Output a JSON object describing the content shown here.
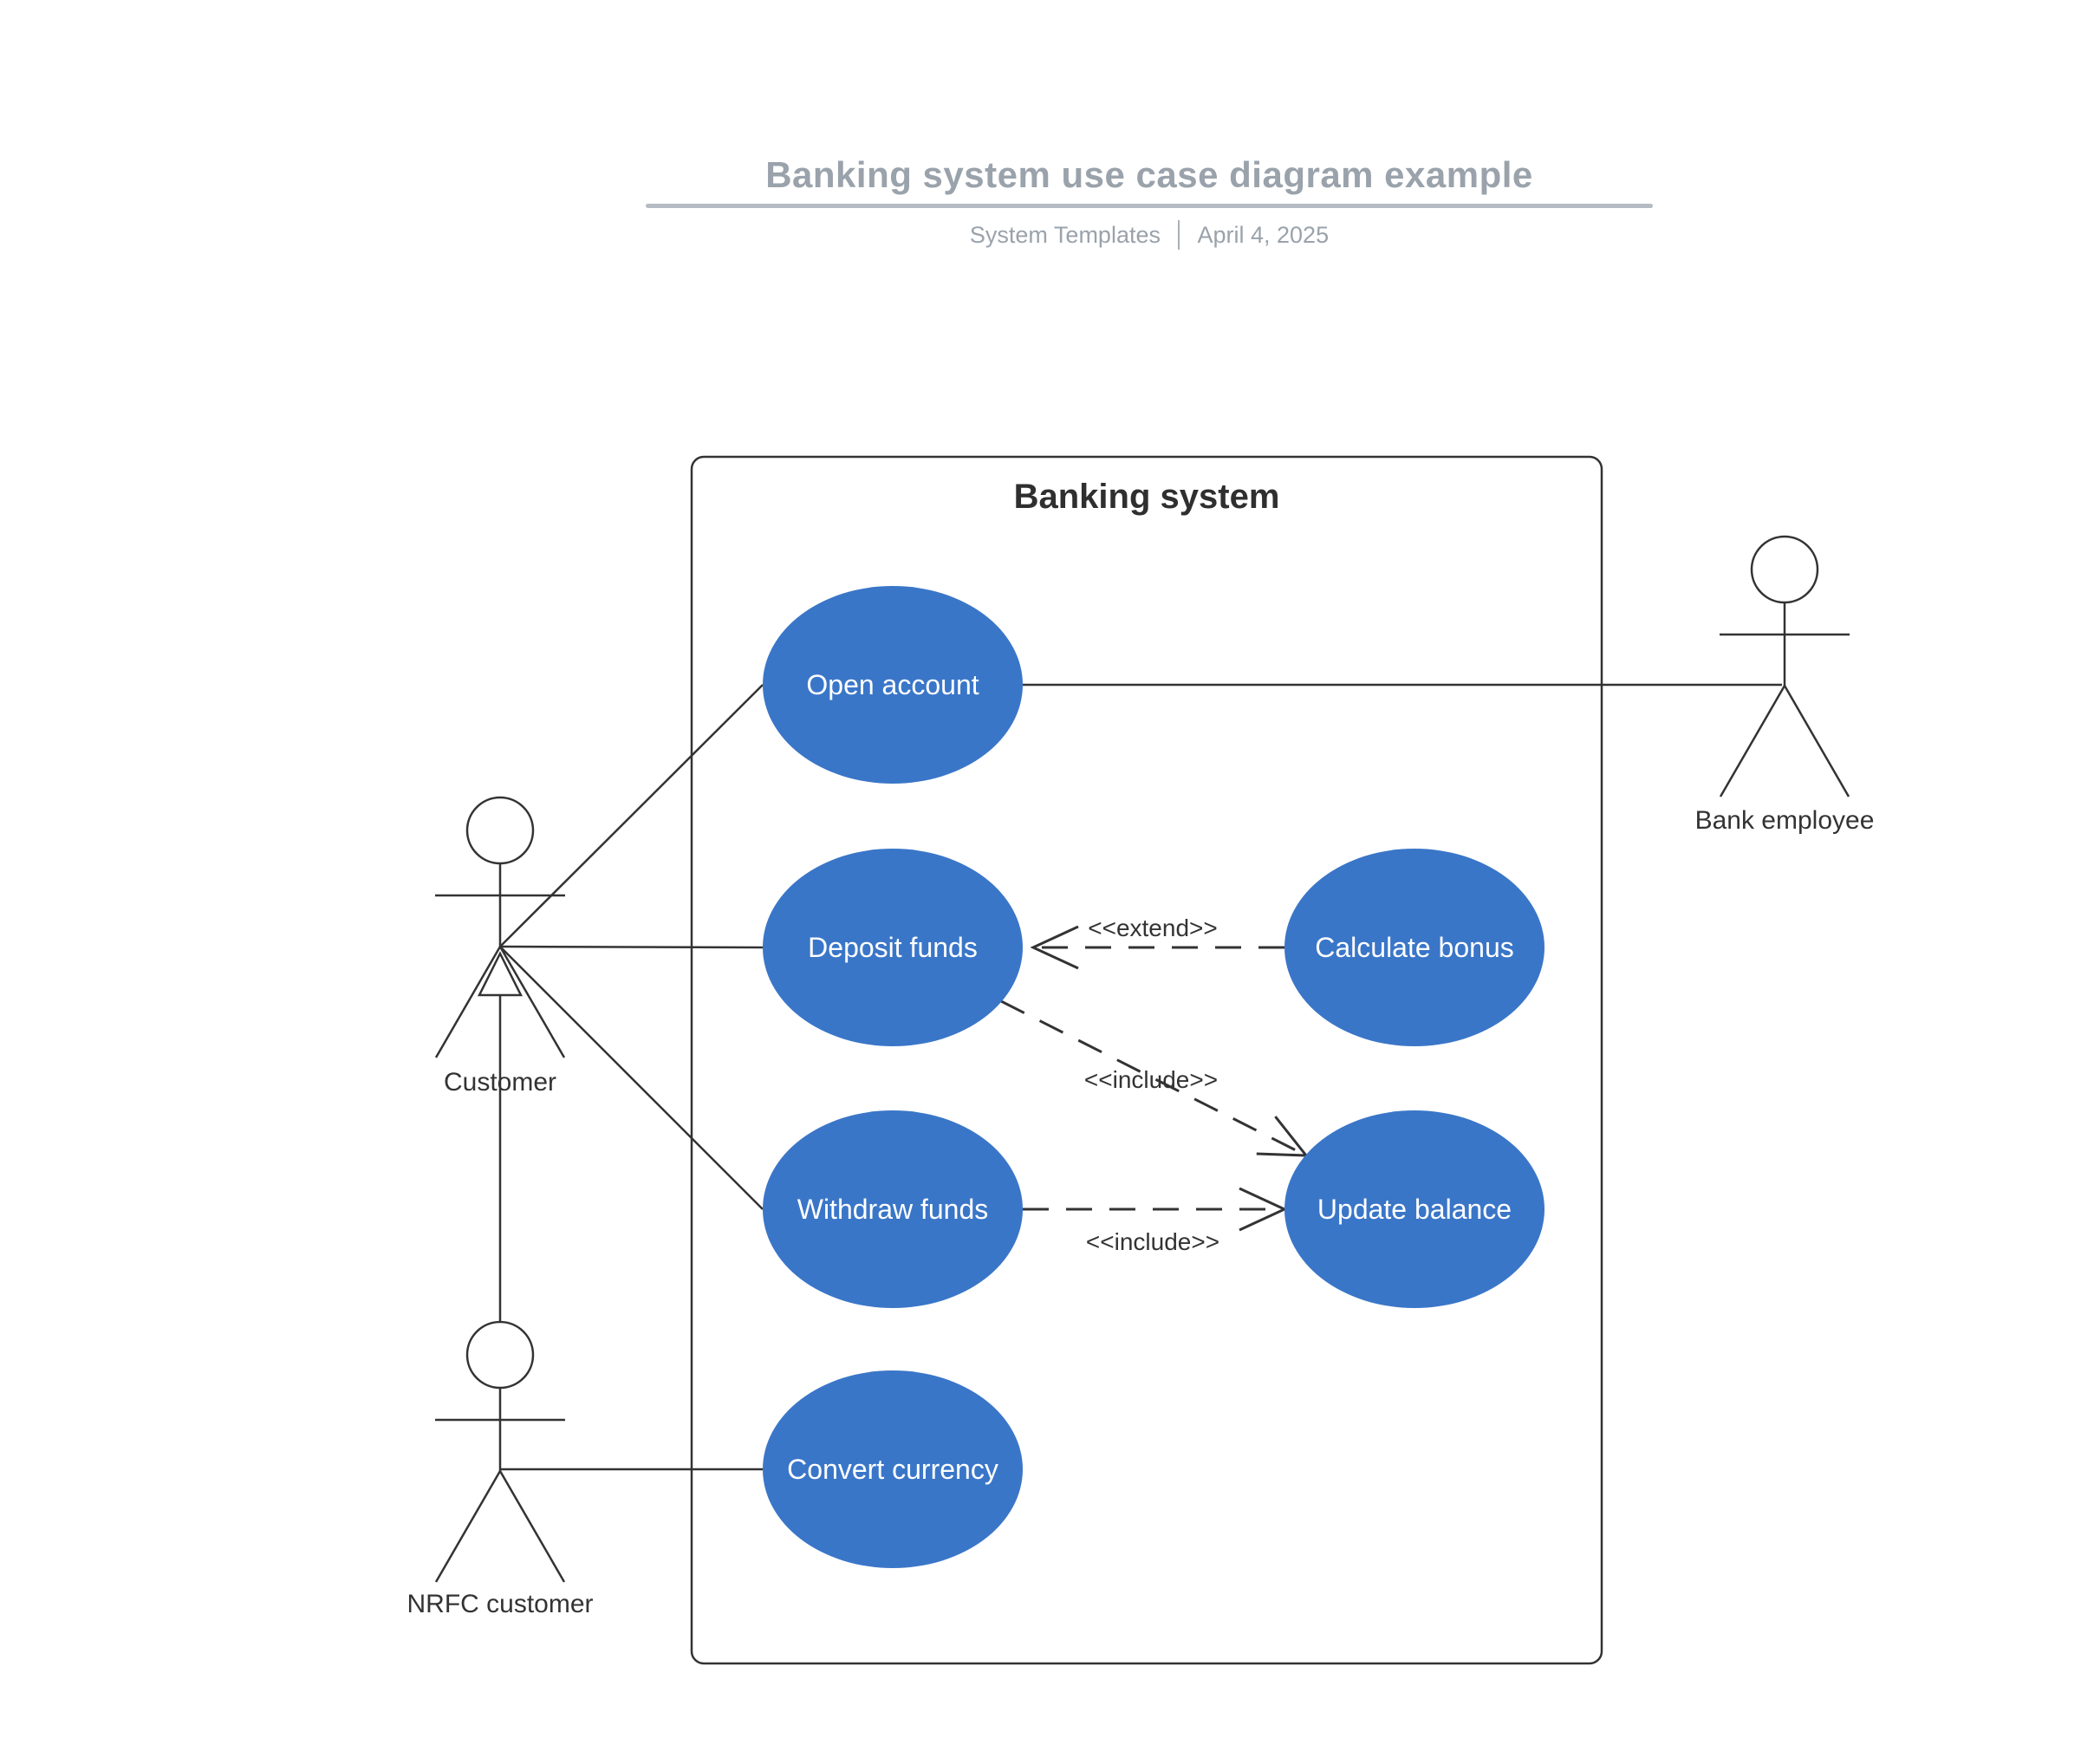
{
  "header": {
    "title": "Banking system use case diagram example",
    "subtitle_left": "System Templates",
    "subtitle_right": "April 4, 2025"
  },
  "system": {
    "label": "Banking system"
  },
  "use_cases": [
    {
      "id": "open_account",
      "label": "Open account"
    },
    {
      "id": "deposit_funds",
      "label": "Deposit funds"
    },
    {
      "id": "calculate_bonus",
      "label": "Calculate bonus"
    },
    {
      "id": "withdraw_funds",
      "label": "Withdraw funds"
    },
    {
      "id": "update_balance",
      "label": "Update balance"
    },
    {
      "id": "convert_currency",
      "label": "Convert currency"
    }
  ],
  "actors": [
    {
      "id": "customer",
      "label": "Customer"
    },
    {
      "id": "bank_employee",
      "label": "Bank employee"
    },
    {
      "id": "nrfc_customer",
      "label": "NRFC customer"
    }
  ],
  "relationships": {
    "edges": [
      {
        "from": "calculate_bonus",
        "to": "deposit_funds",
        "type": "extend",
        "label": "<<extend>>"
      },
      {
        "from": "deposit_funds",
        "to": "update_balance",
        "type": "include",
        "label": "<<include>>"
      },
      {
        "from": "withdraw_funds",
        "to": "update_balance",
        "type": "include",
        "label": "<<include>>"
      }
    ],
    "associations": [
      {
        "from": "customer",
        "to": "open_account"
      },
      {
        "from": "customer",
        "to": "deposit_funds"
      },
      {
        "from": "customer",
        "to": "withdraw_funds"
      },
      {
        "from": "nrfc_customer",
        "to": "convert_currency"
      },
      {
        "from": "bank_employee",
        "to": "open_account"
      }
    ],
    "generalizations": [
      {
        "from": "nrfc_customer",
        "to": "customer"
      }
    ]
  },
  "colors": {
    "use_case_fill": "#3A76C8",
    "use_case_text": "#FFFFFF",
    "line": "#333333",
    "title_gray": "#9AA2AB",
    "divider_gray": "#B5BBC3",
    "background": "#FFFFFF"
  }
}
